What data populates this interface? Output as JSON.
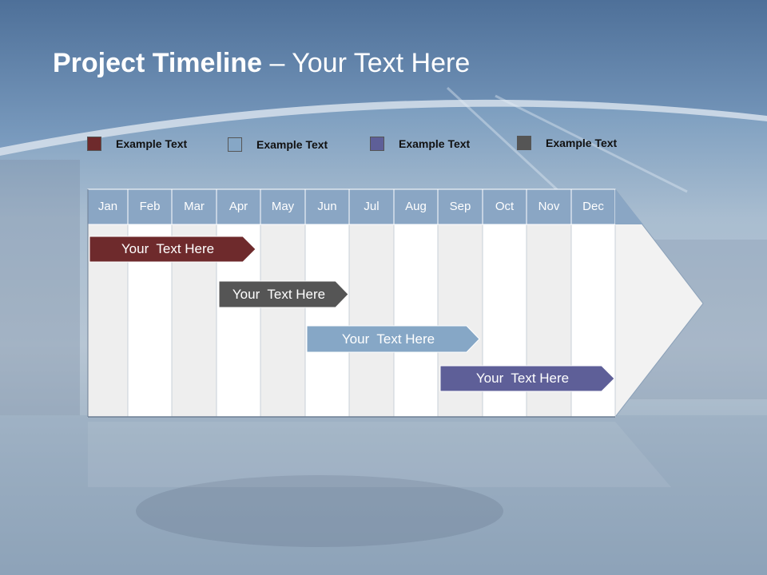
{
  "title": {
    "bold": "Project Timeline",
    "rest": " – Your Text Here"
  },
  "legend": [
    {
      "label": "Example Text",
      "color": "#6e2a2c"
    },
    {
      "label": "Example Text",
      "color": "#86a7c6"
    },
    {
      "label": "Example Text",
      "color": "#5e5f98"
    },
    {
      "label": "Example Text",
      "color": "#555555"
    }
  ],
  "months": [
    "Jan",
    "Feb",
    "Mar",
    "Apr",
    "May",
    "Jun",
    "Jul",
    "Aug",
    "Sep",
    "Oct",
    "Nov",
    "Dec"
  ],
  "tasks": [
    {
      "label": "Your  Text Here",
      "color": "#6e2a2c"
    },
    {
      "label": "Your  Text Here",
      "color": "#555555"
    },
    {
      "label": "Your  Text Here",
      "color": "#86a7c6"
    },
    {
      "label": "Your  Text Here",
      "color": "#5e5f98"
    }
  ],
  "colors": {
    "header": "#8aa6c4",
    "shaded_col": "#eeeeee",
    "white_col": "#ffffff"
  }
}
